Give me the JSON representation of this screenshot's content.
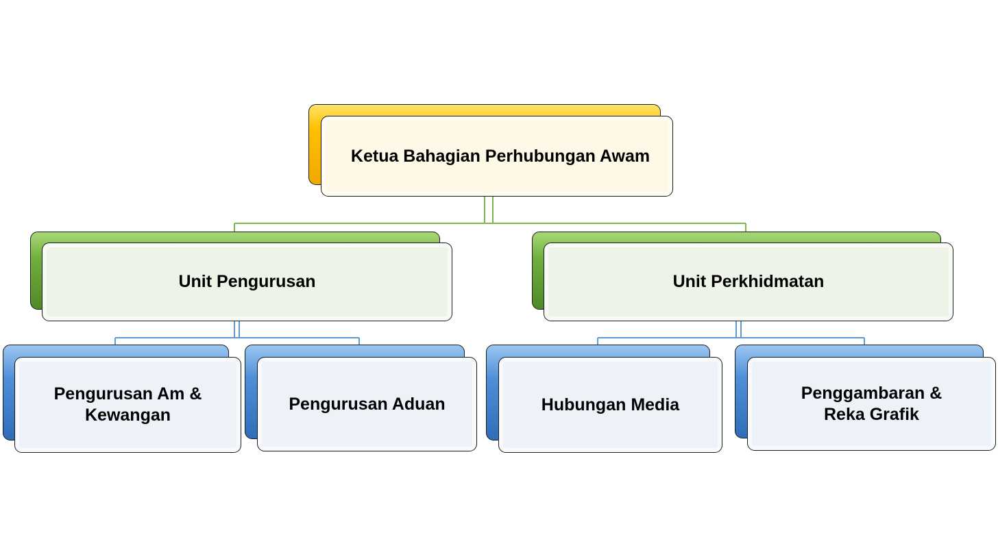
{
  "diagram": {
    "type": "org-chart",
    "root": {
      "label": "Ketua Bahagian Perhubungan Awam",
      "accent": "#ffc000",
      "fill": "#fef8e6"
    },
    "units": [
      {
        "label": "Unit Pengurusan",
        "accent": "#6eae3c",
        "fill": "#eef3e8",
        "children": [
          {
            "label": "Pengurusan Am &\nKewangan"
          },
          {
            "label": "Pengurusan Aduan"
          }
        ]
      },
      {
        "label": "Unit Perkhidmatan",
        "accent": "#6eae3c",
        "fill": "#eef3e8",
        "children": [
          {
            "label": "Hubungan Media"
          },
          {
            "label": "Penggambaran &\nReka Grafik"
          }
        ]
      }
    ],
    "leaf_accent": "#4f8fd8",
    "leaf_fill": "#edf2f9",
    "connector_colors": {
      "level1": "#7ab648",
      "level2": "#5b9bd5"
    }
  }
}
